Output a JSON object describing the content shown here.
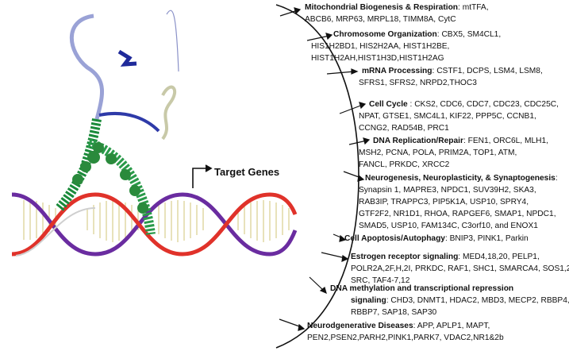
{
  "target_label": "Target Genes",
  "categories": [
    {
      "title": "Mitochondrial Biogenesis & Respiration",
      "sep": ": ",
      "genes": [
        "mtTFA,",
        "ABCB6,  MRP63, MRPL18, TIMM8A, CytC"
      ]
    },
    {
      "title": "Chromosome Organization",
      "sep": ": ",
      "genes": [
        "CBX5, SM4CL1,",
        "HIS1H2BD1, HIS2H2AA, HIST1H2BE,",
        "HIST1H2AH,HIST1H3D,HIST1H2AG"
      ]
    },
    {
      "title": "mRNA Processing",
      "sep": ": ",
      "genes": [
        "CSTF1, DCPS, LSM4, LSM8,",
        "SFRS1, SFRS2, NRPD2,THOC3"
      ]
    },
    {
      "title": "Cell Cycle",
      "sep": " : ",
      "genes": [
        "CKS2, CDC6, CDC7, CDC23, CDC25C,",
        "NPAT, GTSE1, SMC4L1, KIF22, PPP5C, CCNB1,",
        "CCNG2, RAD54B, PRC1"
      ]
    },
    {
      "title": "DNA Replication/Repair",
      "sep": ": ",
      "genes": [
        "FEN1, ORC6L, MLH1,",
        "MSH2, PCNA, POLA, PRIM2A, TOP1, ATM,",
        "FANCL, PRKDC, XRCC2"
      ]
    },
    {
      "title": "Neurogenesis, Neuroplasticity, & Synaptogenesis",
      "sep": ":",
      "genes": [
        "",
        "Synapsin 1, MAPRE3, NPDC1, SUV39H2, SKA3,",
        "RAB3IP, TRAPPC3,   PIP5K1A, USP10, SPRY4,",
        "GTF2F2, NR1D1,   RHOA, RAPGEF6, SMAP1,  NPDC1,",
        "SMAD5, USP10,    FAM134C, C3orf10, and ENOX1"
      ]
    },
    {
      "title": "Cell Apoptosis/Autophagy",
      "sep": ": ",
      "genes": [
        "BNIP3, PINK1, Parkin"
      ]
    },
    {
      "title": "Estrogen receptor signaling",
      "sep": ": ",
      "genes": [
        "MED4,18,20,  PELP1,",
        "POLR2A,2F,H,2I, PRKDC, RAF1, SHC1, SMARCA4, SOS1,2,",
        "SRC, TAF4-7,12"
      ]
    },
    {
      "title": "DNA methylation and transcriptional repression",
      "title2": "signaling",
      "sep": ": ",
      "genes": [
        "",
        "CHD3, DNMT1, HDAC2, MBD3, MECP2, RBBP4,",
        "RBBP7, SAP18, SAP30"
      ]
    },
    {
      "title": "Neurodgenerative Diseases",
      "sep": ": ",
      "genes": [
        "APP, APLP1, MAPT,",
        "PEN2,PSEN2,PARH2,PINK1,PARK7, VDAC2,NR1&2b"
      ]
    }
  ]
}
